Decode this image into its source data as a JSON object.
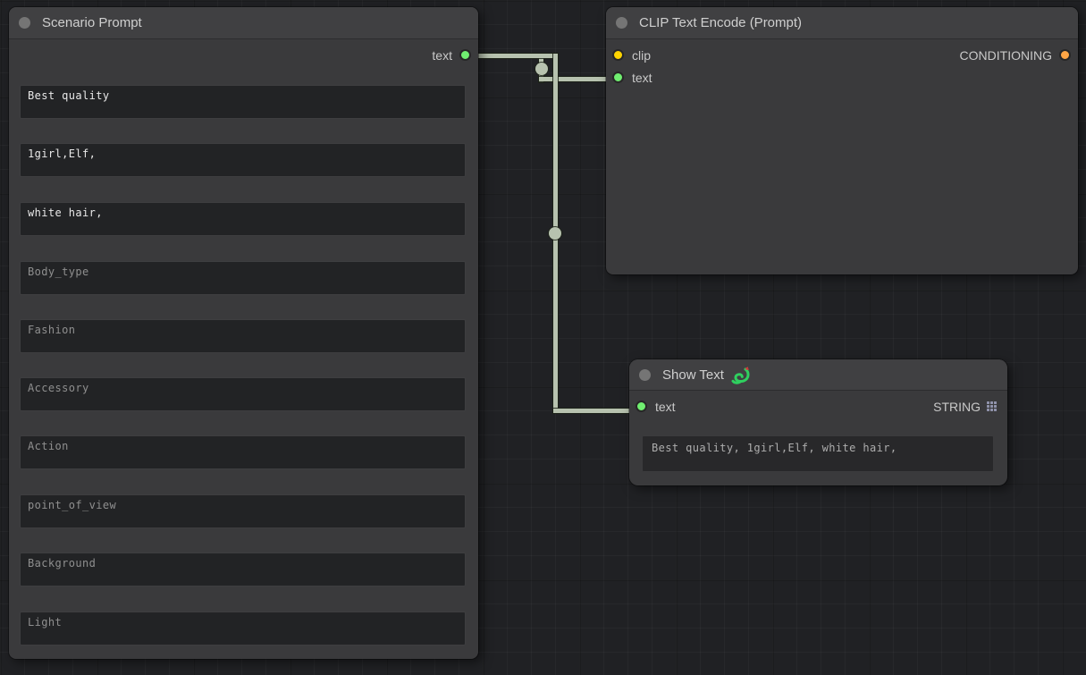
{
  "canvas": {
    "background": "#202124",
    "wire_color": "#b7c2af"
  },
  "scenario_prompt": {
    "title": "Scenario Prompt",
    "output_label": "text",
    "output_color": "#70ee70",
    "fields": [
      {
        "text": "Best quality"
      },
      {
        "text": "1girl,Elf,"
      },
      {
        "text": "white hair,"
      },
      {
        "text": "Body_type"
      },
      {
        "text": "Fashion"
      },
      {
        "text": "Accessory"
      },
      {
        "text": "Action"
      },
      {
        "text": "point_of_view"
      },
      {
        "text": "Background"
      },
      {
        "text": "Light"
      }
    ]
  },
  "clip_text_encode": {
    "title": "CLIP Text Encode (Prompt)",
    "input_clip_label": "clip",
    "input_clip_color": "#ffd400",
    "input_text_label": "text",
    "input_text_color": "#70ee70",
    "output_label": "CONDITIONING",
    "output_color": "#ffa645"
  },
  "show_text": {
    "title": "Show Text",
    "badge": "snake-icon",
    "input_text_label": "text",
    "input_text_color": "#70ee70",
    "output_label": "STRING",
    "value": "Best quality, 1girl,Elf, white hair,"
  }
}
